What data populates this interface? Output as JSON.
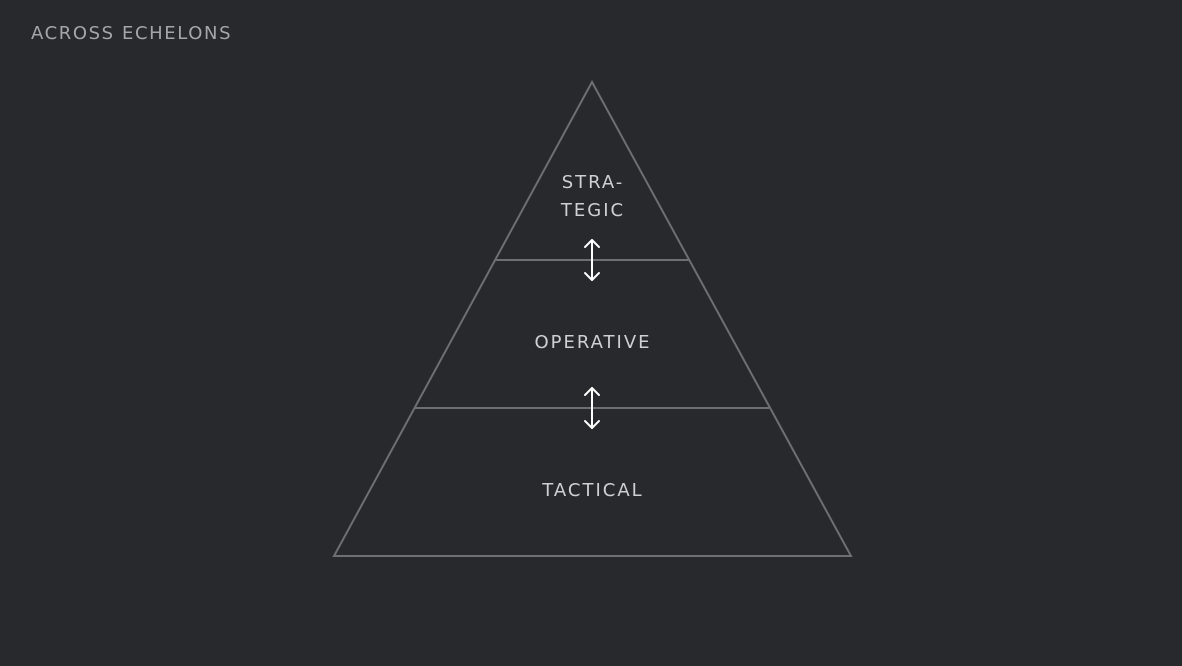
{
  "header": {
    "title": "ACROSS ECHELONS"
  },
  "pyramid": {
    "tiers": [
      {
        "label_line1": "STRA-",
        "label_line2": "TEGIC"
      },
      {
        "label": "OPERATIVE"
      },
      {
        "label": "TACTICAL"
      }
    ],
    "connectors": [
      {
        "icon": "double-arrow-vertical-icon"
      },
      {
        "icon": "double-arrow-vertical-icon"
      }
    ]
  },
  "colors": {
    "background": "#28292d",
    "outline": "#6e6f72",
    "label_text": "#cfd0d2",
    "heading_text": "#a5a6a9",
    "arrow": "#ffffff"
  }
}
